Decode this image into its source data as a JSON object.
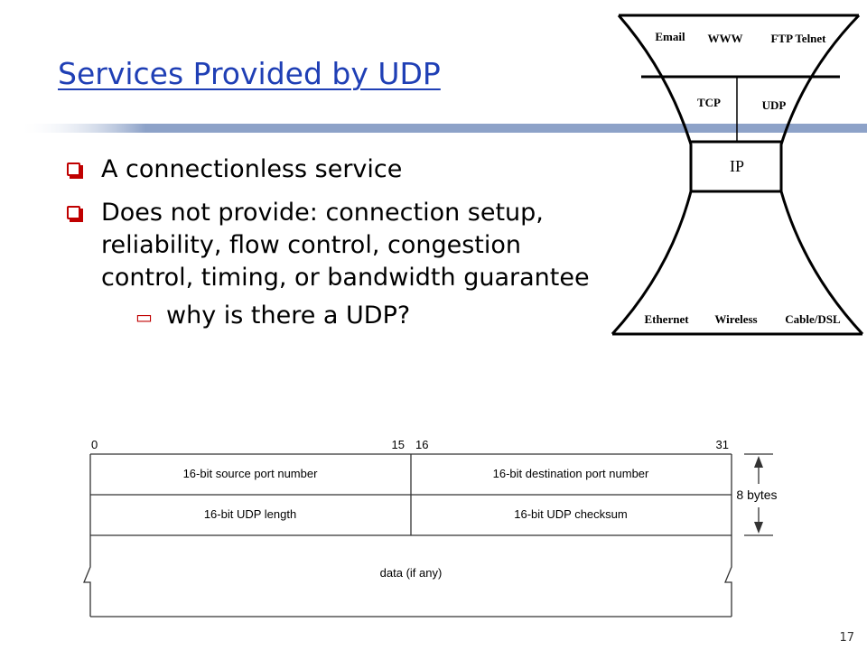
{
  "slide": {
    "title": "Services Provided by UDP",
    "page_number": "17",
    "bullets": [
      {
        "text": "A connectionless service"
      },
      {
        "text": "Does not provide: connection setup, reliability, flow control, congestion control, timing, or bandwidth guarantee"
      }
    ],
    "sub_bullets": [
      {
        "text": "why is there a UDP?"
      }
    ],
    "colors": {
      "title": "#1f3fb5",
      "bullet": "#c00000",
      "accent_bar": "#8da2c8"
    }
  },
  "hourglass": {
    "application_labels": [
      "Email",
      "WWW",
      "FTP Telnet"
    ],
    "transport_labels": [
      "TCP",
      "UDP"
    ],
    "network_label": "IP",
    "link_labels": [
      "Ethernet",
      "Wireless",
      "Cable/DSL"
    ]
  },
  "udp_header": {
    "bit_positions": [
      "0",
      "15",
      "16",
      "31"
    ],
    "fields": [
      "16-bit source port number",
      "16-bit destination port number",
      "16-bit UDP length",
      "16-bit UDP checksum",
      "data (if any)"
    ],
    "size_label": "8 bytes"
  }
}
